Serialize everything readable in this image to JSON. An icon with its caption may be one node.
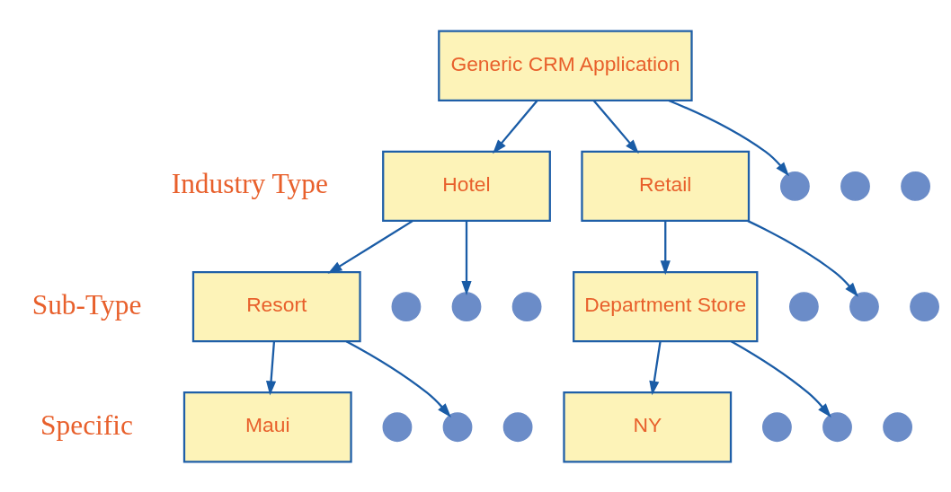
{
  "diagram": {
    "nodes": [
      {
        "text": [
          "Generic CRM Application"
        ]
      },
      {
        "text": [
          "Hotel"
        ]
      },
      {
        "text": [
          "Retail"
        ]
      },
      {
        "text": [],
        "shape": "circle"
      },
      {
        "text": [],
        "shape": "circle"
      },
      {
        "text": [],
        "shape": "circle"
      },
      {
        "text": [
          "Resort"
        ]
      },
      {
        "text": [],
        "shape": "circle"
      },
      {
        "text": [],
        "shape": "circle"
      },
      {
        "text": [],
        "shape": "circle"
      },
      {
        "text": [
          "Department Store"
        ]
      },
      {
        "text": [],
        "shape": "circle"
      },
      {
        "text": [],
        "shape": "circle"
      },
      {
        "text": [],
        "shape": "circle"
      },
      {
        "text": [
          "Maui"
        ]
      },
      {
        "text": [],
        "shape": "circle"
      },
      {
        "text": [],
        "shape": "circle"
      },
      {
        "text": [],
        "shape": "circle"
      },
      {
        "text": [
          "NY"
        ]
      },
      {
        "text": [],
        "shape": "circle"
      },
      {
        "text": [],
        "shape": "circle"
      },
      {
        "text": [],
        "shape": "circle"
      }
    ],
    "edges": [
      {
        "from": 0,
        "to": 1,
        "arrow": "to"
      },
      {
        "from": 0,
        "to": 2,
        "arrow": "to"
      },
      {
        "from": 0,
        "to": 3,
        "arrow": "to"
      },
      {
        "from": 1,
        "to": 6,
        "arrow": "to"
      },
      {
        "from": 1,
        "to": 8,
        "arrow": "to"
      },
      {
        "from": 2,
        "to": 10,
        "arrow": "to"
      },
      {
        "from": 2,
        "to": 12,
        "arrow": "to"
      },
      {
        "from": 6,
        "to": 14,
        "arrow": "to"
      },
      {
        "from": 6,
        "to": 16,
        "arrow": "to"
      },
      {
        "from": 10,
        "to": 18,
        "arrow": "to"
      },
      {
        "from": 10,
        "to": 20,
        "arrow": "to"
      }
    ],
    "labels": [
      "Industry Type",
      "Sub-Type",
      "Specific"
    ]
  }
}
